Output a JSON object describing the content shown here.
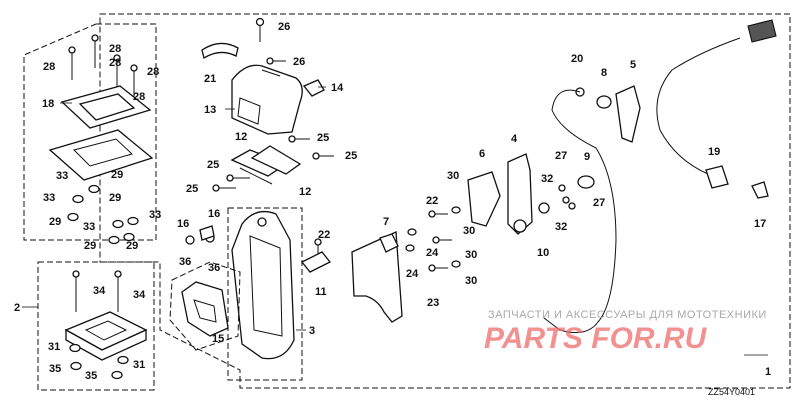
{
  "diagram": {
    "callouts": {
      "c1": "1",
      "c2": "2",
      "c3": "3",
      "c4": "4",
      "c5": "5",
      "c6": "6",
      "c7": "7",
      "c8": "8",
      "c9": "9",
      "c10": "10",
      "c11": "11",
      "c12a": "12",
      "c12b": "12",
      "c13": "13",
      "c14": "14",
      "c15": "15",
      "c16a": "16",
      "c16b": "16",
      "c17": "17",
      "c18": "18",
      "c19": "19",
      "c20": "20",
      "c21": "21",
      "c22a": "22",
      "c22b": "22",
      "c23": "23",
      "c24a": "24",
      "c24b": "24",
      "c25a": "25",
      "c25b": "25",
      "c25c": "25",
      "c25d": "25",
      "c26a": "26",
      "c26b": "26",
      "c27a": "27",
      "c27b": "27",
      "c28a": "28",
      "c28b": "28",
      "c28c": "28",
      "c28d": "28",
      "c29a": "29",
      "c29b": "29",
      "c29c": "29",
      "c30a": "30",
      "c30b": "30",
      "c30c": "30",
      "c30d": "30",
      "c31a": "31",
      "c31b": "31",
      "c32a": "32",
      "c32b": "32",
      "c33a": "33",
      "c33b": "33",
      "c33c": "33",
      "c33d": "33",
      "c34a": "34",
      "c34b": "34",
      "c35a": "35",
      "c35b": "35",
      "c36a": "36",
      "c36b": "36"
    },
    "diagram_code": "ZZ54Y0401"
  },
  "watermark": {
    "tagline": "ЗАПЧАСТИ И АКСЕССУАРЫ ДЛЯ МОТОТЕХНИКИ",
    "brand": "PARTS FOR.RU",
    "brand_color": "#f06b6b"
  }
}
